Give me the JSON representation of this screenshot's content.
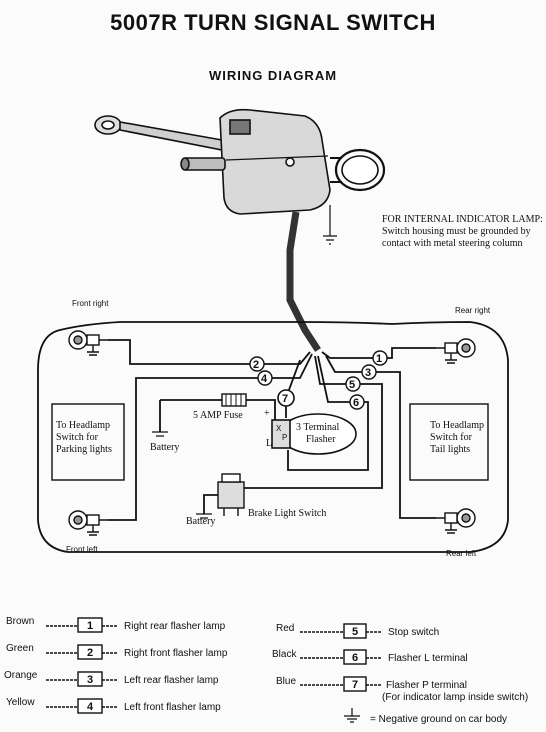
{
  "header": {
    "title": "5007R TURN SIGNAL SWITCH",
    "subtitle": "WIRING DIAGRAM"
  },
  "note": {
    "line1": "FOR INTERNAL INDICATOR LAMP:",
    "line2": "Switch housing must be grounded by",
    "line3": "contact with metal steering column"
  },
  "corners": {
    "front_right": "Front right",
    "rear_right": "Rear right",
    "front_left": "Front left",
    "rear_left": "Rear left"
  },
  "boxes": {
    "headlamp_parking": [
      "To Headlamp",
      "Switch for",
      "Parking lights"
    ],
    "headlamp_tail": [
      "To Headlamp",
      "Switch for",
      "Tail lights"
    ]
  },
  "components": {
    "fuse": "5 AMP Fuse",
    "battery_top": "Battery",
    "battery_bottom": "Battery",
    "flasher": [
      "3 Terminal",
      "Flasher"
    ],
    "brake_switch": "Brake Light Switch",
    "flasher_plus": "+",
    "flasher_x": "X",
    "flasher_l": "L",
    "flasher_p": "P"
  },
  "terminals": [
    "1",
    "2",
    "3",
    "4",
    "5",
    "6",
    "7"
  ],
  "legend_left": [
    {
      "color": "Brown",
      "num": "1",
      "desc": "Right rear flasher lamp"
    },
    {
      "color": "Green",
      "num": "2",
      "desc": "Right front flasher lamp"
    },
    {
      "color": "Orange",
      "num": "3",
      "desc": "Left rear flasher lamp"
    },
    {
      "color": "Yellow",
      "num": "4",
      "desc": "Left front flasher lamp"
    }
  ],
  "legend_right": [
    {
      "color": "Red",
      "num": "5",
      "desc": "Stop switch",
      "desc2": ""
    },
    {
      "color": "Black",
      "num": "6",
      "desc": "Flasher L terminal",
      "desc2": ""
    },
    {
      "color": "Blue",
      "num": "7",
      "desc": "Flasher P terminal",
      "desc2": "(For indicator lamp inside switch)"
    }
  ],
  "ground_note": "=  Negative ground on car body"
}
